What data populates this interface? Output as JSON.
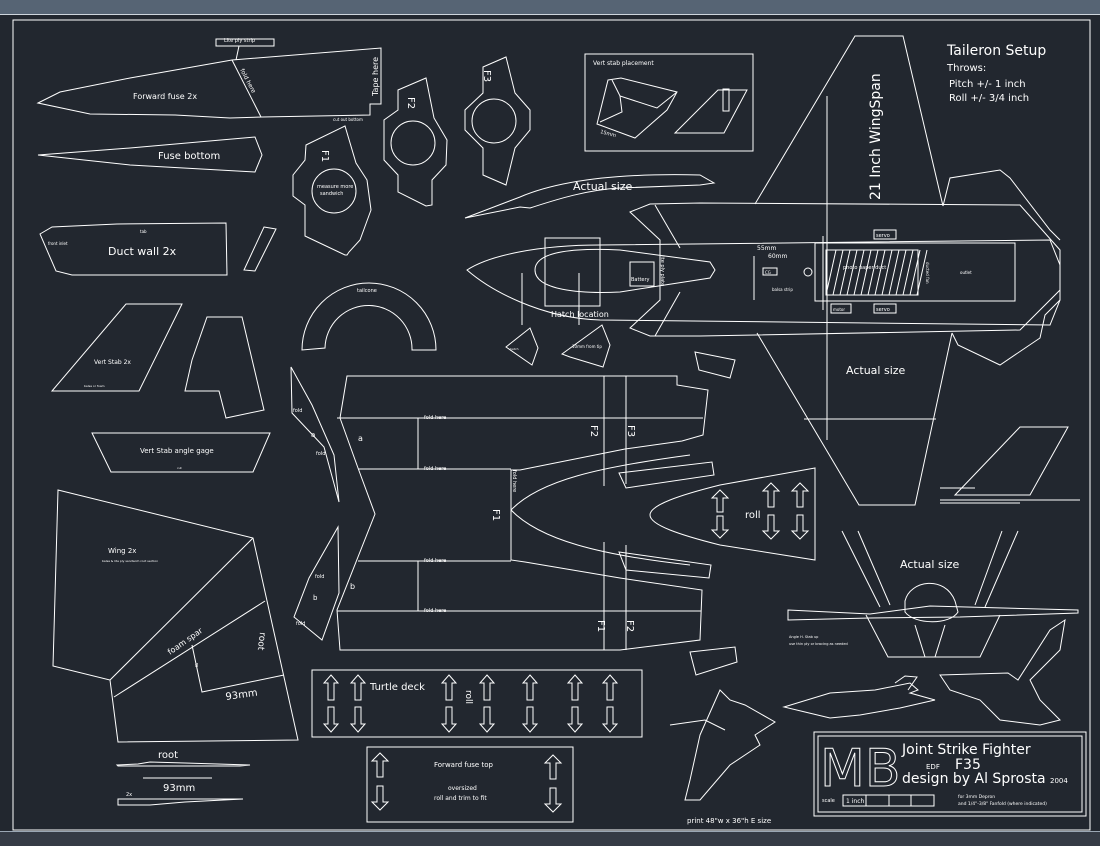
{
  "sheet": {
    "background": "#22272f",
    "line_color": "#ffffff",
    "top_bar_color": "#566474",
    "bottom_bar_color": "#353b45"
  },
  "parts": {
    "forward_fuse": {
      "label": "Forward fuse 2x",
      "strip_label": "Lite ply strip",
      "fold_label": "fold here",
      "tape_label": "Tape here",
      "note": "cut out bottom"
    },
    "fuse_bottom": {
      "label": "Fuse bottom"
    },
    "duct_wall": {
      "label": "Duct wall 2x",
      "small_note": "front inlet",
      "tab": "tab"
    },
    "f1": {
      "label": "F1",
      "center_note1": "measure more",
      "center_note2": "sandwich"
    },
    "f2": {
      "label": "F2"
    },
    "f3": {
      "label": "F3"
    },
    "tailcone": {
      "label": "tailcone"
    },
    "vert_stab": {
      "label": "Vert Stab 2x",
      "note": "balsa or foam"
    },
    "vert_stab_gage": {
      "label": "Vert Stab angle gage",
      "note": "cut"
    },
    "wing": {
      "label": "Wing 2x",
      "note": "balsa & lite ply sandwich root section",
      "spar_label": "foam spar",
      "root_label": "root",
      "dim_93": "93mm",
      "dim_small": "fl"
    },
    "fuse_side_letters": {
      "a": "a",
      "b": "b",
      "fold": "fold",
      "fold_here": "fold here",
      "roll_label": "roll",
      "f1": "F1",
      "f2": "F2",
      "f3": "F3"
    },
    "turtle_deck": {
      "label": "Turtle deck",
      "roll_label": "roll"
    },
    "forward_fuse_top": {
      "label": "Forward fuse top",
      "note1": "oversized",
      "note2": "roll and trim to fit"
    },
    "root_section": {
      "title": "root",
      "dim": "93mm",
      "tag_2x": "2x"
    },
    "vert_stab_placement": {
      "label": "Vert stab placement",
      "dim": "15mm"
    },
    "nose_cone_a": {
      "label": "hatch"
    },
    "nose_cone_b": {
      "label": "10mm from tip"
    },
    "plan_view": {
      "actual_size_top": "Actual size",
      "hatch_location": "Hatch location",
      "battery": "Battery",
      "lite_ply_plate": "lite ply plate",
      "dim_55": "55mm",
      "dim_60": "60mm",
      "cg": "CG",
      "balsa_strip": "balsa strip",
      "servo_top": "servo",
      "servo_bottom": "servo",
      "motor": "motor",
      "photo_paper_duct": "photo paper duct",
      "ducted_fan": "ducted fan",
      "outlet": "outlet",
      "wingspan": "21 Inch WingSpan",
      "actual_size_wing": "Actual size"
    },
    "front_view": {
      "label": "Actual size",
      "note1": "Angle H. Stab up",
      "note2": "use thin ply or bracing as needed"
    }
  },
  "tailerons": {
    "title": "Taileron Setup",
    "throws_label": "Throws:",
    "pitch": "Pitch +/- 1 inch",
    "roll": "Roll +/- 3/4 inch"
  },
  "title_block": {
    "logo": "MB",
    "line1": "Joint Strike Fighter",
    "edf": "EDF",
    "model": "F35",
    "designer": "design by Al Sprosta",
    "year": "2004",
    "scale_label": "scale",
    "scale_value": "1 inch",
    "materials1": "for 3mm Depron",
    "materials2": "and 1/4\"-3/8\" Fanfold (where indicated)",
    "print_note": "print 48\"w x 36\"h E size"
  }
}
